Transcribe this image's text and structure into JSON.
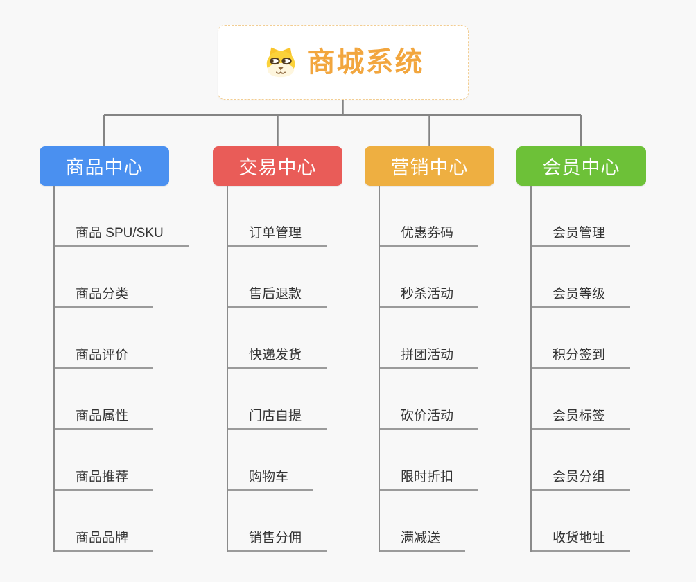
{
  "root": {
    "title": "商城系统",
    "icon": "dog-face-icon",
    "accent_color": "#F2A63E",
    "border_color": "#F2CD92"
  },
  "connector_color": "#848484",
  "branches": [
    {
      "label": "商品中心",
      "color": "#4A90F0",
      "items": [
        "商品 SPU/SKU",
        "商品分类",
        "商品评价",
        "商品属性",
        "商品推荐",
        "商品品牌"
      ]
    },
    {
      "label": "交易中心",
      "color": "#E95C58",
      "items": [
        "订单管理",
        "售后退款",
        "快递发货",
        "门店自提",
        "购物车",
        "销售分佣"
      ]
    },
    {
      "label": "营销中心",
      "color": "#EEAF41",
      "items": [
        "优惠券码",
        "秒杀活动",
        "拼团活动",
        "砍价活动",
        "限时折扣",
        "满减送"
      ]
    },
    {
      "label": "会员中心",
      "color": "#6DC138",
      "items": [
        "会员管理",
        "会员等级",
        "积分签到",
        "会员标签",
        "会员分组",
        "收货地址"
      ]
    }
  ]
}
